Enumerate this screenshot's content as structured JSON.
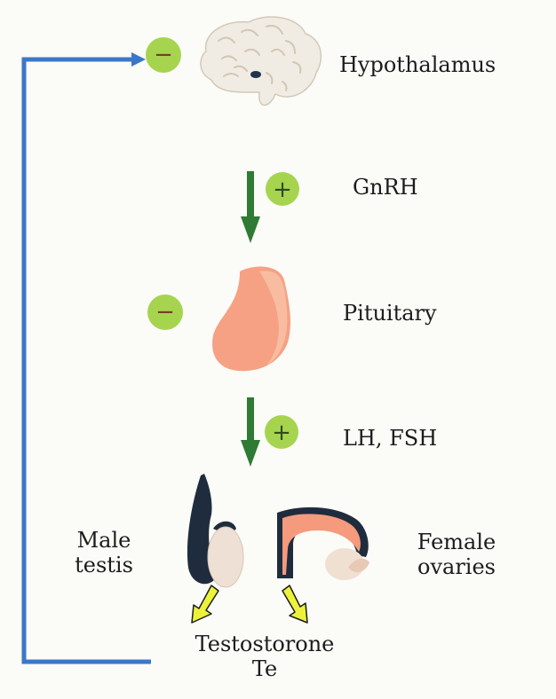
{
  "labels": {
    "hypothalamus": "Hypothalamus",
    "gnrh": "GnRH",
    "pituitary": "Pituitary",
    "lh_fsh": "LH, FSH",
    "male_line1": "Male",
    "male_line2": "testis",
    "female_line1": "Female",
    "female_line2": "ovaries",
    "testosterone": "Testostorone",
    "te": "Te"
  },
  "signs": {
    "minus": "−",
    "plus": "+"
  },
  "colors": {
    "feedback_line": "#3b77c9",
    "down_arrow": "#2f7a34",
    "sign_circle": "#a6d44f",
    "pituitary": "#f59a7d",
    "gonad_dark": "#1f2c3d",
    "output_arrow": "#ecf23a"
  }
}
